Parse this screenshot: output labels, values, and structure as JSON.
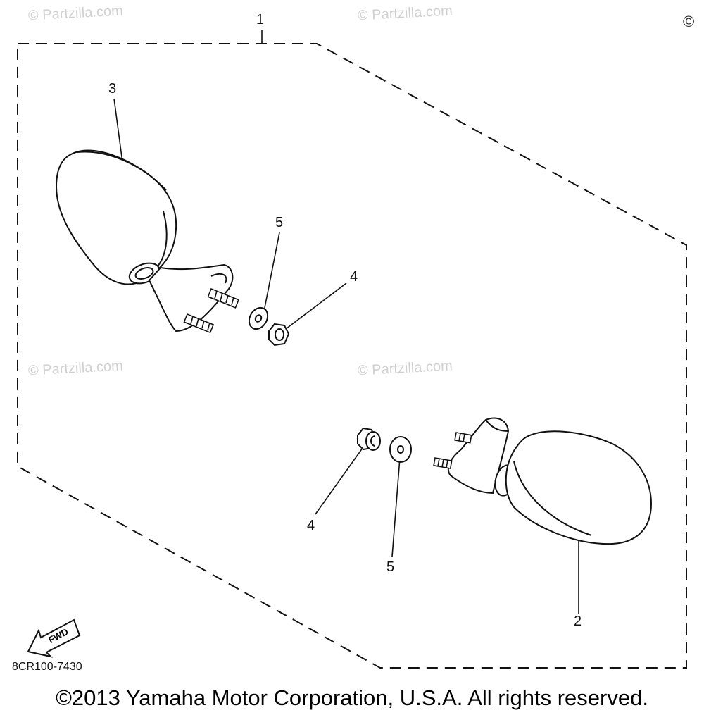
{
  "watermarks": [
    "© Partzilla.com",
    "© Partzilla.com",
    "© Partzilla.com",
    "© Partzilla.com"
  ],
  "corner_mark": "©",
  "callouts": {
    "assembly": "1",
    "mirror_right": "2",
    "mirror_left": "3",
    "nut_upper": "4",
    "washer_upper": "5",
    "nut_lower": "4",
    "washer_lower": "5"
  },
  "fwd_label": "FWD",
  "doc_code": "8CR100-7430",
  "copyright": "©2013 Yamaha Motor Corporation, U.S.A. All rights reserved."
}
